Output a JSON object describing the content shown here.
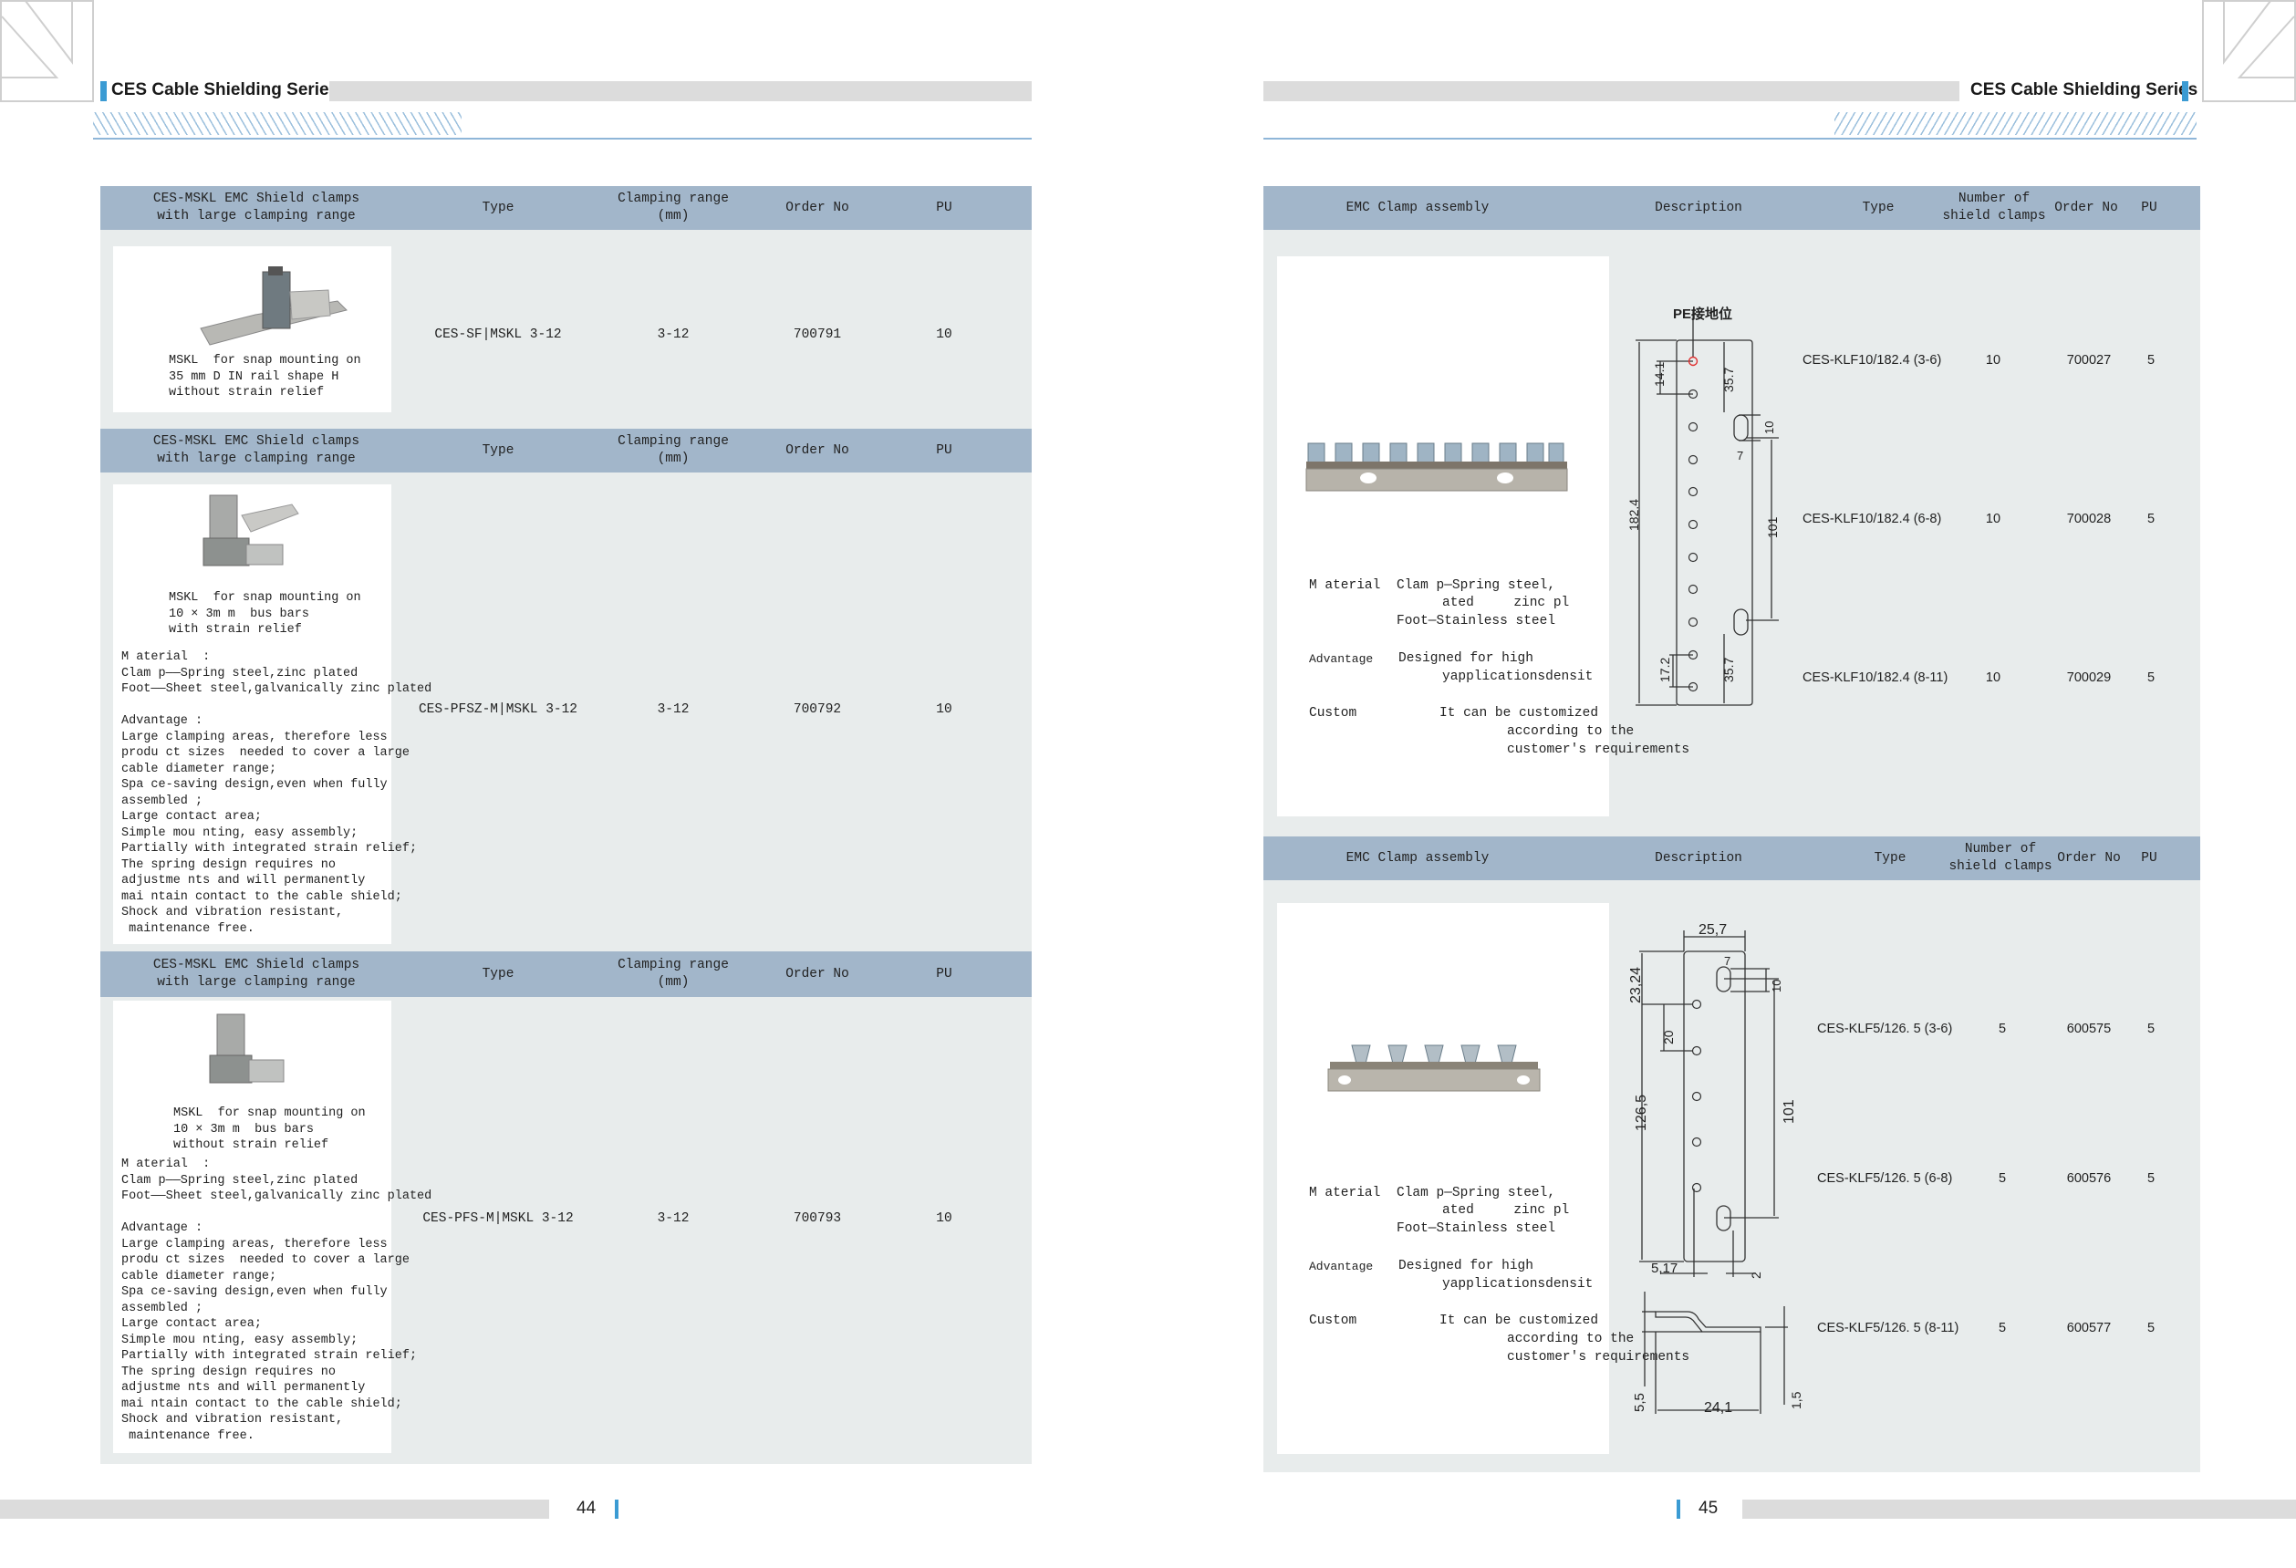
{
  "header": {
    "series_title": "CES Cable Shielding Series"
  },
  "left_page": {
    "page_number": "44",
    "sections": [
      {
        "headers": [
          "CES-MSKL EMC Shield clamps",
          "with large clamping range",
          "Type",
          "Clamping range",
          "(mm)",
          "Order No",
          "PU"
        ],
        "caption": [
          "MSKL  for snap mounting on",
          "35 mm D IN rail shape H",
          "without strain relief"
        ],
        "type": "CES-SF|MSKL 3-12",
        "clamping_range": "3-12",
        "order_no": "700791",
        "pu": "10"
      },
      {
        "headers": [
          "CES-MSKL EMC Shield clamps",
          "with large clamping range",
          "Type",
          "Clamping range",
          "(mm)",
          "Order No",
          "PU"
        ],
        "caption": [
          "MSKL  for snap mounting on",
          "10 × 3m m  bus bars",
          "with strain relief"
        ],
        "details": [
          "M aterial  :",
          "Clam p——Spring steel,zinc plated",
          "Foot——Sheet steel,galvanically zinc plated",
          "",
          "Advantage :",
          "Large clamping areas, therefore less",
          "produ ct sizes  needed to cover a large",
          "cable diameter range;",
          "Spa ce-saving design,even when fully",
          "assembled ;",
          "Large contact area;",
          "Simple mou nting, easy assembly;",
          "Partially with integrated strain relief;",
          "The spring design requires no",
          "adjustme nts and will permanently",
          "mai ntain contact to the cable shield;",
          "Shock and vibration resistant,",
          " maintenance free."
        ],
        "type": "CES-PFSZ-M|MSKL 3-12",
        "clamping_range": "3-12",
        "order_no": "700792",
        "pu": "10"
      },
      {
        "headers": [
          "CES-MSKL EMC Shield clamps",
          "with large clamping range",
          "Type",
          "Clamping range",
          "(mm)",
          "Order No",
          "PU"
        ],
        "caption": [
          "MSKL  for snap mounting on",
          "10 × 3m m  bus bars",
          "without strain relief"
        ],
        "details": [
          "M aterial  :",
          "Clam p——Spring steel,zinc plated",
          "Foot——Sheet steel,galvanically zinc plated",
          "",
          "Advantage :",
          "Large clamping areas, therefore less",
          "produ ct sizes  needed to cover a large",
          "cable diameter range;",
          "Spa ce-saving design,even when fully",
          "assembled ;",
          "Large contact area;",
          "Simple mou nting, easy assembly;",
          "Partially with integrated strain relief;",
          "The spring design requires no",
          "adjustme nts and will permanently",
          "mai ntain contact to the cable shield;",
          "Shock and vibration resistant,",
          " maintenance free."
        ],
        "type": "CES-PFS-M|MSKL 3-12",
        "clamping_range": "3-12",
        "order_no": "700793",
        "pu": "10"
      }
    ]
  },
  "right_page": {
    "page_number": "45",
    "headers": [
      "EMC Clamp assembly",
      "Description",
      "Type",
      "Number of",
      "shield clamps",
      "Order No",
      "PU"
    ],
    "description": {
      "material_label": "M aterial",
      "material_1": "Clam p—Spring steel,",
      "material_2": "ated     zinc pl",
      "material_3": "Foot—Stainless steel",
      "advantage_label": "Advantage",
      "advantage_1": "Designed for high",
      "advantage_2": "yapplicationsdensit",
      "custom_label": "Custom",
      "custom_1": "It can be customized",
      "custom_2": "according to the",
      "custom_3": "customer's requirements"
    },
    "assembly_1": {
      "drawing": {
        "pe_label": "PE接地位",
        "d1": "14.1",
        "d2": "35.7",
        "d3": "10",
        "d4": "7",
        "d5": "182.4",
        "d6": "101",
        "d7": "17.2",
        "d8": "35.7"
      },
      "rows": [
        {
          "type": "CES-KLF10/182.4 (3-6)",
          "count": "10",
          "order_no": "700027",
          "pu": "5"
        },
        {
          "type": "CES-KLF10/182.4 (6-8)",
          "count": "10",
          "order_no": "700028",
          "pu": "5"
        },
        {
          "type": "CES-KLF10/182.4 (8-11)",
          "count": "10",
          "order_no": "700029",
          "pu": "5"
        }
      ]
    },
    "assembly_2": {
      "drawing": {
        "w": "25,7",
        "d1": "23,24",
        "d2": "20",
        "d3": "126,5",
        "d4": "7",
        "d5": "10",
        "d6": "101",
        "d7": "5,17",
        "d8": "2",
        "d9": "5,5",
        "d10": "24,1",
        "d11": "1,5"
      },
      "rows": [
        {
          "type": "CES-KLF5/126. 5 (3-6)",
          "count": "5",
          "order_no": "600575",
          "pu": "5"
        },
        {
          "type": "CES-KLF5/126. 5 (6-8)",
          "count": "5",
          "order_no": "600576",
          "pu": "5"
        },
        {
          "type": "CES-KLF5/126. 5 (8-11)",
          "count": "5",
          "order_no": "600577",
          "pu": "5"
        }
      ]
    }
  },
  "colors": {
    "accent": "#3b9bd3",
    "table_header": "#a2b6ca",
    "table_body": "#e8ecec",
    "pe_marker": "#e03030"
  }
}
